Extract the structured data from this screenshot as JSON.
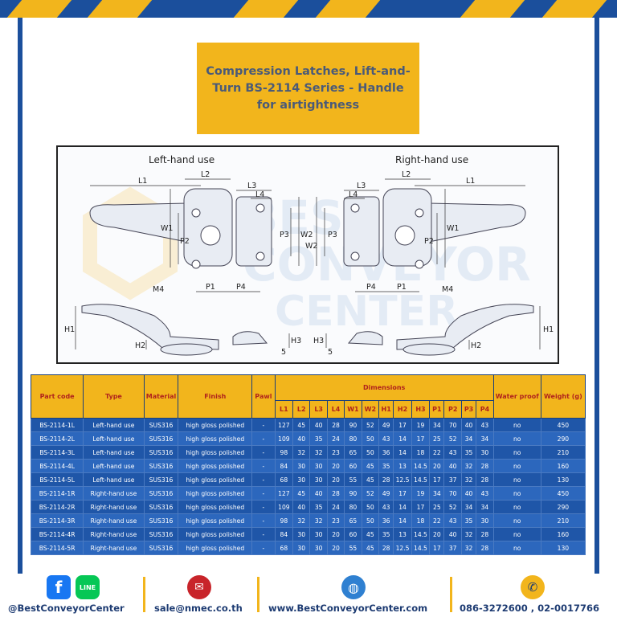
{
  "title": "Compression Latches, Lift-and-Turn BS-2114 Series - Handle for airtightness",
  "drawing": {
    "left_label": "Left-hand use",
    "right_label": "Right-hand use",
    "dims": [
      "L1",
      "L2",
      "L3",
      "L4",
      "W1",
      "P2",
      "P3",
      "W2",
      "M4",
      "P1",
      "P4",
      "H1",
      "H2",
      "H3",
      "5"
    ],
    "watermark": [
      "BEST",
      "CONVEYOR",
      "CENTER"
    ]
  },
  "table": {
    "headers": {
      "part_code": "Part code",
      "type": "Type",
      "material": "Material",
      "finish": "Finish",
      "pawl": "Pawl",
      "dimensions": "Dimensions",
      "water_proof": "Water proof",
      "weight": "Weight (g)"
    },
    "dim_cols": [
      "L1",
      "L2",
      "L3",
      "L4",
      "W1",
      "W2",
      "H1",
      "H2",
      "H3",
      "P1",
      "P2",
      "P3",
      "P4"
    ],
    "rows": [
      [
        "BS-2114-1L",
        "Left-hand use",
        "SUS316",
        "high gloss polished",
        "-",
        "127",
        "45",
        "40",
        "28",
        "90",
        "52",
        "49",
        "17",
        "19",
        "34",
        "70",
        "40",
        "43",
        "no",
        "450"
      ],
      [
        "BS-2114-2L",
        "Left-hand use",
        "SUS316",
        "high gloss polished",
        "-",
        "109",
        "40",
        "35",
        "24",
        "80",
        "50",
        "43",
        "14",
        "17",
        "25",
        "52",
        "34",
        "34",
        "no",
        "290"
      ],
      [
        "BS-2114-3L",
        "Left-hand use",
        "SUS316",
        "high gloss polished",
        "-",
        "98",
        "32",
        "32",
        "23",
        "65",
        "50",
        "36",
        "14",
        "18",
        "22",
        "43",
        "35",
        "30",
        "no",
        "210"
      ],
      [
        "BS-2114-4L",
        "Left-hand use",
        "SUS316",
        "high gloss polished",
        "-",
        "84",
        "30",
        "30",
        "20",
        "60",
        "45",
        "35",
        "13",
        "14.5",
        "20",
        "40",
        "32",
        "28",
        "no",
        "160"
      ],
      [
        "BS-2114-5L",
        "Left-hand use",
        "SUS316",
        "high gloss polished",
        "-",
        "68",
        "30",
        "30",
        "20",
        "55",
        "45",
        "28",
        "12.5",
        "14.5",
        "17",
        "37",
        "32",
        "28",
        "no",
        "130"
      ],
      [
        "BS-2114-1R",
        "Right-hand use",
        "SUS316",
        "high gloss polished",
        "-",
        "127",
        "45",
        "40",
        "28",
        "90",
        "52",
        "49",
        "17",
        "19",
        "34",
        "70",
        "40",
        "43",
        "no",
        "450"
      ],
      [
        "BS-2114-2R",
        "Right-hand use",
        "SUS316",
        "high gloss polished",
        "-",
        "109",
        "40",
        "35",
        "24",
        "80",
        "50",
        "43",
        "14",
        "17",
        "25",
        "52",
        "34",
        "34",
        "no",
        "290"
      ],
      [
        "BS-2114-3R",
        "Right-hand use",
        "SUS316",
        "high gloss polished",
        "-",
        "98",
        "32",
        "32",
        "23",
        "65",
        "50",
        "36",
        "14",
        "18",
        "22",
        "43",
        "35",
        "30",
        "no",
        "210"
      ],
      [
        "BS-2114-4R",
        "Right-hand use",
        "SUS316",
        "high gloss polished",
        "-",
        "84",
        "30",
        "30",
        "20",
        "60",
        "45",
        "35",
        "13",
        "14.5",
        "20",
        "40",
        "32",
        "28",
        "no",
        "160"
      ],
      [
        "BS-2114-5R",
        "Right-hand use",
        "SUS316",
        "high gloss polished",
        "-",
        "68",
        "30",
        "30",
        "20",
        "55",
        "45",
        "28",
        "12.5",
        "14.5",
        "17",
        "37",
        "32",
        "28",
        "no",
        "130"
      ]
    ]
  },
  "footer": {
    "social": "@BestConveyorCenter",
    "line_label": "LINE",
    "email": "sale@nmec.co.th",
    "website": "www.BestConveyorCenter.com",
    "phone": "086-3272600 , 02-0017766"
  },
  "colors": {
    "brand_blue": "#1b4f9c",
    "accent_yellow": "#f2b51c",
    "header_text_red": "#b0231c",
    "row_blue": "#1f56a8"
  },
  "icons": [
    "facebook-icon",
    "line-icon",
    "email-icon",
    "globe-icon",
    "phone-icon"
  ]
}
